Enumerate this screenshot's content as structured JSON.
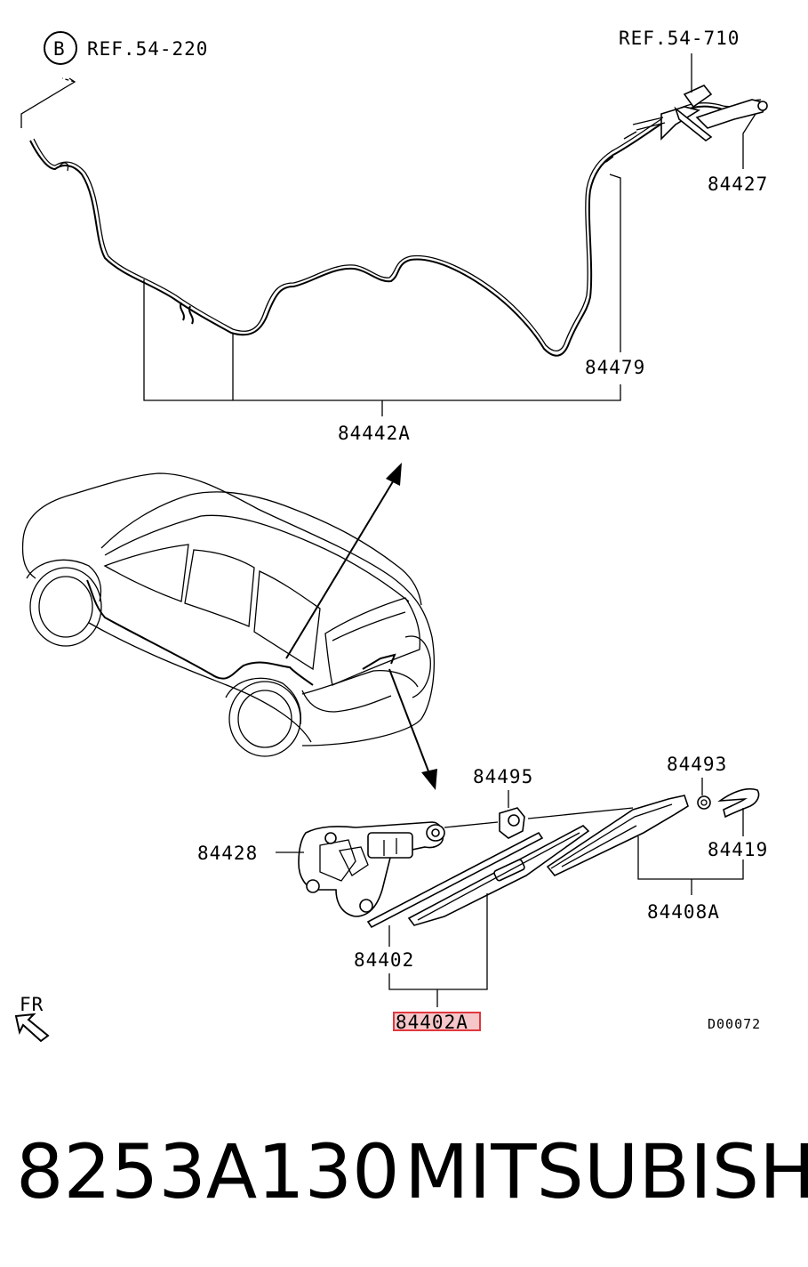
{
  "diagram": {
    "ref_badge": "B",
    "refs": {
      "left": "REF.54-220",
      "right": "REF.54-710"
    },
    "callouts": {
      "p84427": "84427",
      "p84479": "84479",
      "p84442A": "84442A",
      "p84495": "84495",
      "p84493": "84493",
      "p84428": "84428",
      "p84419": "84419",
      "p84408A": "84408A",
      "p84402": "84402",
      "p84402A": "84402A"
    },
    "direction": "FR",
    "drawing_code": "D00072",
    "highlight_color": "#e0383e"
  },
  "caption": {
    "part_number": "8253A130",
    "brand": "MITSUBISHI"
  }
}
